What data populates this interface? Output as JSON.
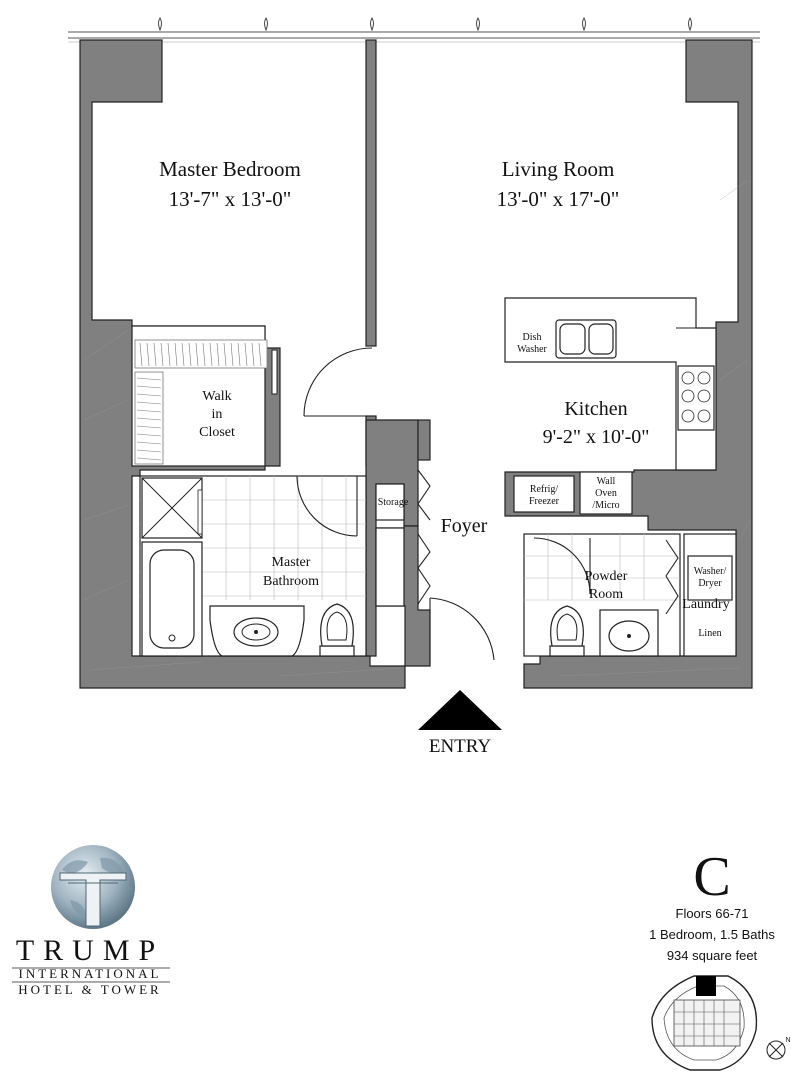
{
  "rooms": {
    "master_bedroom": {
      "name": "Master Bedroom",
      "size": "13'-7\" x 13'-0\""
    },
    "living_room": {
      "name": "Living Room",
      "size": "13'-0\" x 17'-0\""
    },
    "kitchen": {
      "name": "Kitchen",
      "size": "9'-2\" x 10'-0\""
    },
    "walk_in_closet": {
      "line1": "Walk",
      "line2": "in",
      "line3": "Closet"
    },
    "master_bathroom": {
      "line1": "Master",
      "line2": "Bathroom"
    },
    "storage": "Storage",
    "foyer": "Foyer",
    "powder_room": {
      "line1": "Powder",
      "line2": "Room"
    },
    "laundry": "Laundry",
    "linen": "Linen"
  },
  "appliances": {
    "dishwasher": {
      "line1": "Dish",
      "line2": "Washer"
    },
    "refrigerator": {
      "line1": "Refrig/",
      "line2": "Freezer"
    },
    "wall_oven": {
      "line1": "Wall",
      "line2": "Oven",
      "line3": "/Micro"
    },
    "washer_dryer": {
      "line1": "Washer/",
      "line2": "Dryer"
    }
  },
  "entry_label": "ENTRY",
  "unit": {
    "letter": "C",
    "floors": "Floors 66-71",
    "beds_baths": "1 Bedroom, 1.5 Baths",
    "area": "934 square feet"
  },
  "brand": {
    "line1": "TRUMP",
    "line2": "INTERNATIONAL",
    "line3": "HOTEL & TOWER"
  },
  "compass_label": "N",
  "colors": {
    "wall": "#808080",
    "line": "#222222",
    "highlight": "#000000"
  }
}
